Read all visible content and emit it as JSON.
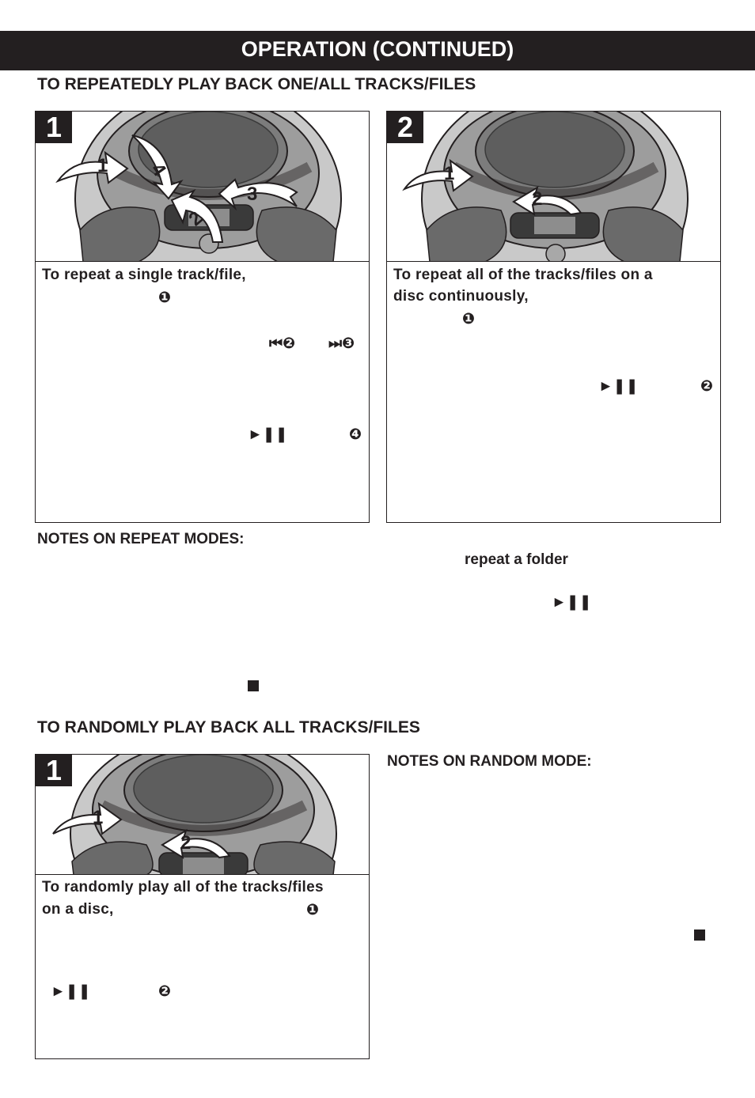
{
  "page": {
    "header": "OPERATION (CONTINUED)"
  },
  "repeat": {
    "title": "TO REPEATEDLY PLAY BACK ONE/ALL TRACKS/FILES",
    "step1": {
      "number": "1",
      "text": "To repeat a single track/file,",
      "marker1": "❶",
      "skip_back": "⏮❷",
      "skip_fwd": "⏭❸",
      "play_pause": "►❚❚",
      "marker4": "❹",
      "callouts": [
        "1",
        "2",
        "3",
        "4"
      ]
    },
    "step2": {
      "number": "2",
      "text_line1": "To repeat all of the tracks/files on a",
      "text_line2": "disc continuously,",
      "marker1": "❶",
      "play_pause": "►❚❚",
      "marker2": "❷",
      "callouts": [
        "1",
        "2"
      ]
    },
    "notes": {
      "heading": "NOTES ON REPEAT MODES:",
      "repeat_folder": "repeat a folder",
      "play_pause": "►❚❚",
      "stop_icon": "stop-square"
    }
  },
  "random": {
    "title": "TO RANDOMLY PLAY BACK ALL TRACKS/FILES",
    "step1": {
      "number": "1",
      "text_line1": "To randomly play all of the tracks/files",
      "text_line2": "on a disc,",
      "marker1": "❶",
      "play_pause": "►❚❚",
      "marker2": "❷",
      "callouts": [
        "1",
        "2"
      ]
    },
    "notes": {
      "heading": "NOTES ON RANDOM MODE:",
      "stop_icon": "stop-square"
    }
  }
}
